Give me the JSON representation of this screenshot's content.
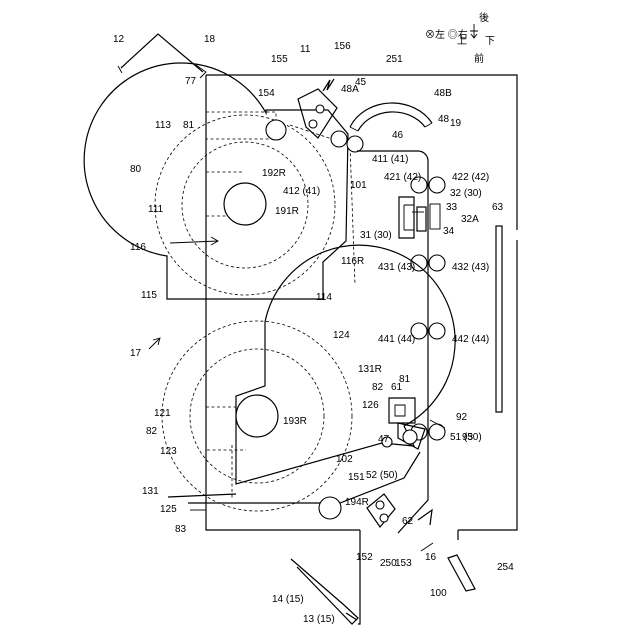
{
  "figure": {
    "direction_legend": {
      "left_right": "⊗左\n◎右",
      "up": "上",
      "down": "下",
      "rear": "後",
      "front": "前"
    },
    "labels": {
      "l12": "12",
      "l18": "18",
      "l11": "11",
      "l156": "156",
      "l155": "155",
      "l251": "251",
      "l77": "77",
      "l48A": "48A",
      "l45": "45",
      "l48B": "48B",
      "l154": "154",
      "l48": "48",
      "l19": "19",
      "l113": "113",
      "l81a": "81",
      "l46": "46",
      "l41141": "411 (41)",
      "l80": "80",
      "l192R": "192R",
      "l42142": "421 (42)",
      "l42242": "422 (42)",
      "l101": "101",
      "l412": "412 (41)",
      "l32": "32 (30)",
      "l111": "111",
      "l191R": "191R",
      "l33": "33",
      "l31": "31 (30)",
      "l32A": "32A",
      "l34": "34",
      "l63": "63",
      "l116": "116",
      "l116R": "116R",
      "l43143": "431 (43)",
      "l43243": "432 (43)",
      "l115": "115",
      "l114": "114",
      "l124": "124",
      "l17": "17",
      "l44144": "441 (44)",
      "l44244": "442 (44)",
      "l131R": "131R",
      "l82a": "82",
      "l61": "61",
      "l81b": "81",
      "l121": "121",
      "l193R": "193R",
      "l126": "126",
      "l92": "92",
      "l82b": "82",
      "l47": "47",
      "l5050": "51 (50)",
      "l93": "93",
      "l123": "123",
      "l102": "102",
      "l151": "151",
      "l52": "52 (50)",
      "l131": "131",
      "l194R": "194R",
      "l125": "125",
      "l62": "62",
      "l83": "83",
      "l250": "250",
      "l153": "153",
      "l152": "152",
      "l16": "16",
      "l14": "14 (15)",
      "l13": "13 (15)",
      "l100": "100",
      "l254": "254"
    }
  }
}
